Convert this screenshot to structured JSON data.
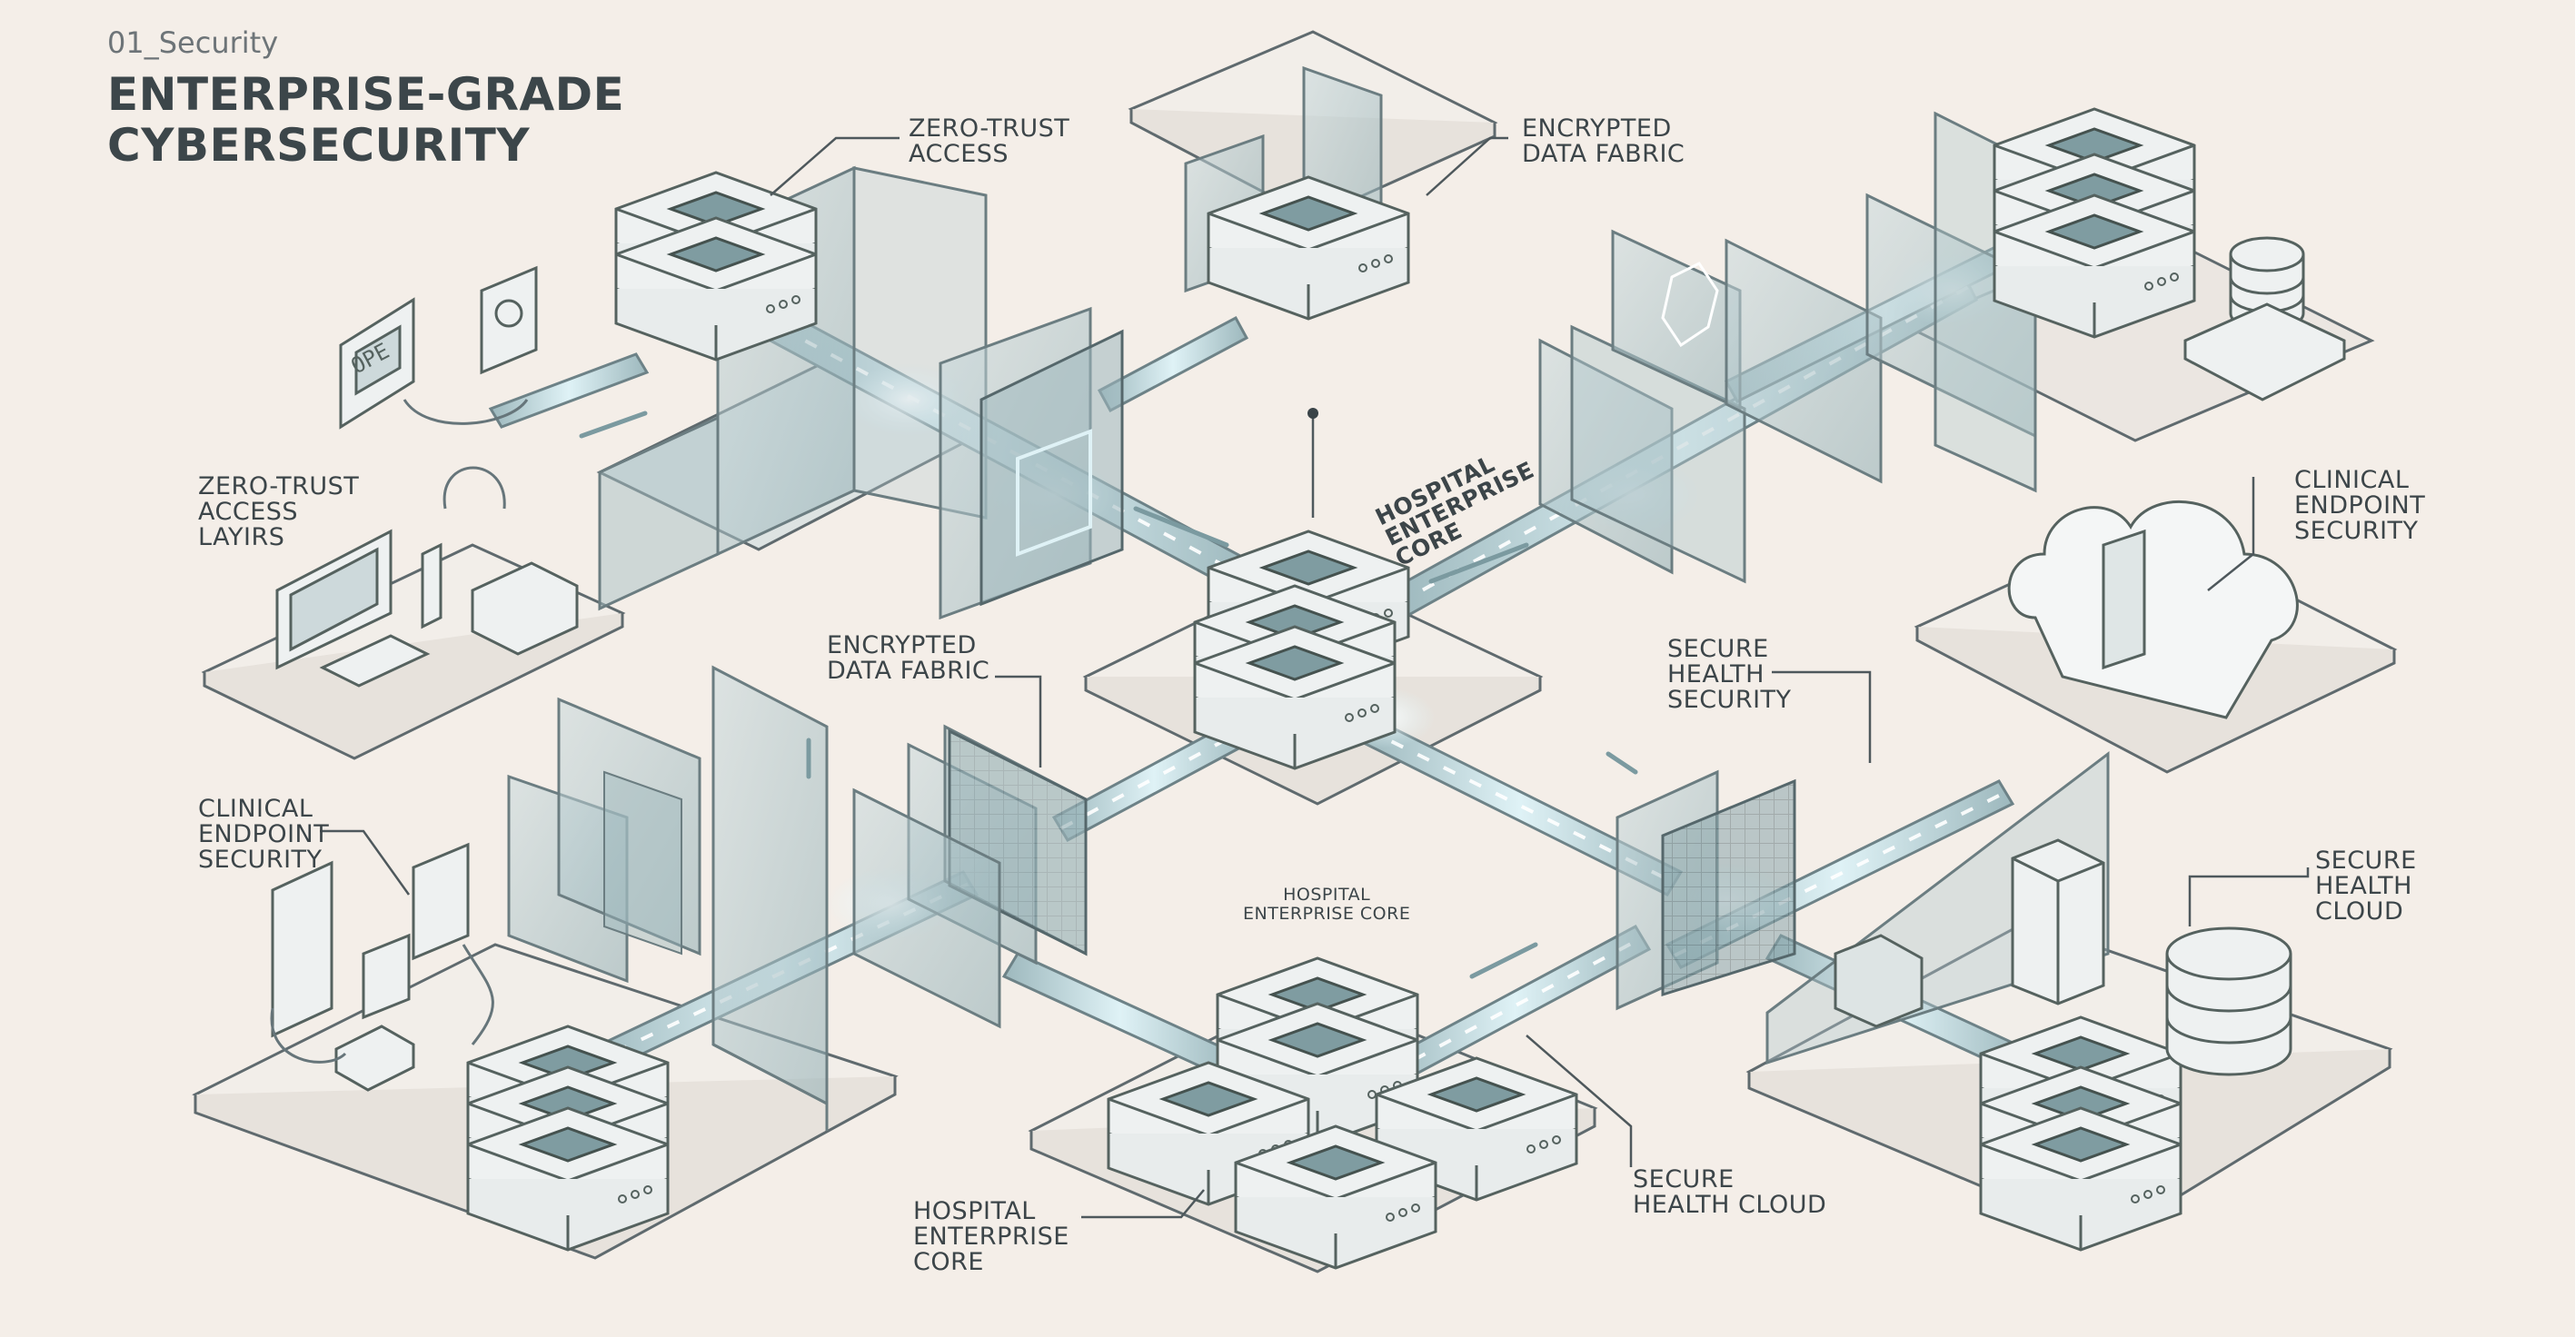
{
  "header": {
    "kicker": "01_Security",
    "title_lines": [
      "ENTERPRISE-GRADE",
      "CYBERSECURITY"
    ]
  },
  "labels": {
    "zero_trust_access": [
      "ZERO-TRUST",
      "ACCESS"
    ],
    "encrypted_data_fabric_top": [
      "ENCRYPTED",
      "DATA FABRIC"
    ],
    "zero_trust_access_layers": [
      "ZERO-TRUST",
      "ACCESS",
      "LAYIRS"
    ],
    "hospital_enterprise_core_center": [
      "HOSPITAL",
      "ENTERPRISE",
      "CORE"
    ],
    "clinical_endpoint_security_right": [
      "CLINICAL",
      "ENDPOINT",
      "SECURITY"
    ],
    "encrypted_data_fabric_mid": [
      "ENCRYPTED",
      "DATA FABRIC"
    ],
    "secure_health_security": [
      "SECURE",
      "HEALTH",
      "SECURITY"
    ],
    "clinical_endpoint_security_left": [
      "CLINICAL",
      "ENDPOINT",
      "SECURITY"
    ],
    "hospital_enterprise_core_small": [
      "HOSPITAL",
      "ENTERPRISE CORE"
    ],
    "secure_health_cloud_right": [
      "SECURE",
      "HEALTH",
      "CLOUD"
    ],
    "hospital_enterprise_core_bottom": [
      "HOSPITAL",
      "ENTERPRISE",
      "CORE"
    ],
    "secure_health_cloud_bottom": [
      "SECURE",
      "HEALTH CLOUD"
    ]
  },
  "device_screen_text": "OPE",
  "icons": [
    "server-stack-icon",
    "database-icon",
    "cloud-icon",
    "shield-icon",
    "fingerprint-icon",
    "firewall-grid-icon",
    "kiosk-icon",
    "monitor-icon"
  ],
  "colors": {
    "background": "#f4eee8",
    "line": "#5b676c",
    "glass": "#a9c1c6",
    "accent": "#7a989e",
    "glow": "#e6f6fa"
  }
}
